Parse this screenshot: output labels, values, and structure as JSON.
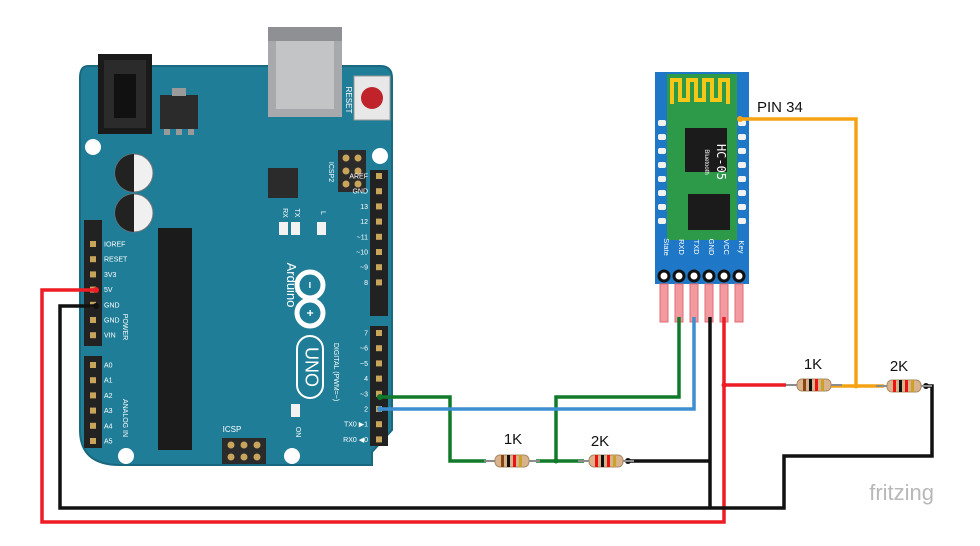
{
  "board": {
    "brand": "Arduino",
    "model": "UNO",
    "reset_label": "RESET",
    "icsp2_label": "ICSP2",
    "icsp_label": "ICSP",
    "rx_label": "RX",
    "tx_label": "TX",
    "l_label": "L",
    "on_label": "ON",
    "power_label": "POWER",
    "analog_label": "ANALOG IN",
    "digital_label": "DIGITAL (PWM=~)",
    "power_pins": [
      "IOREF",
      "RESET",
      "3V3",
      "5V",
      "GND",
      "GND",
      "VIN"
    ],
    "analog_pins": [
      "A0",
      "A1",
      "A2",
      "A3",
      "A4",
      "A5"
    ],
    "digital_top": [
      "AREF",
      "GND",
      "13",
      "12",
      "~11",
      "~10",
      "~9",
      "8"
    ],
    "digital_bottom": [
      "7",
      "~6",
      "~5",
      "4",
      "~3",
      "2",
      "TX0 ▶1",
      "RX0 ◀0"
    ]
  },
  "module": {
    "name": "HC-05",
    "sub": "Bluetooth",
    "pins": [
      "State",
      "RXD",
      "TXD",
      "GND",
      "VCC",
      "Key"
    ]
  },
  "labels": {
    "pin34": "PIN 34",
    "r1": "1K",
    "r2": "2K",
    "r3": "1K",
    "r4": "2K"
  },
  "watermark": "fritzing",
  "colors": {
    "board": "#1f7d97",
    "board_edge": "#19687e",
    "module": "#1e78c7",
    "pcb": "#2d9a4a",
    "wire_red": "#ee1c24",
    "wire_black": "#111111",
    "wire_green": "#117a2a",
    "wire_blue": "#3d8fd1",
    "wire_orange": "#f6a313"
  }
}
